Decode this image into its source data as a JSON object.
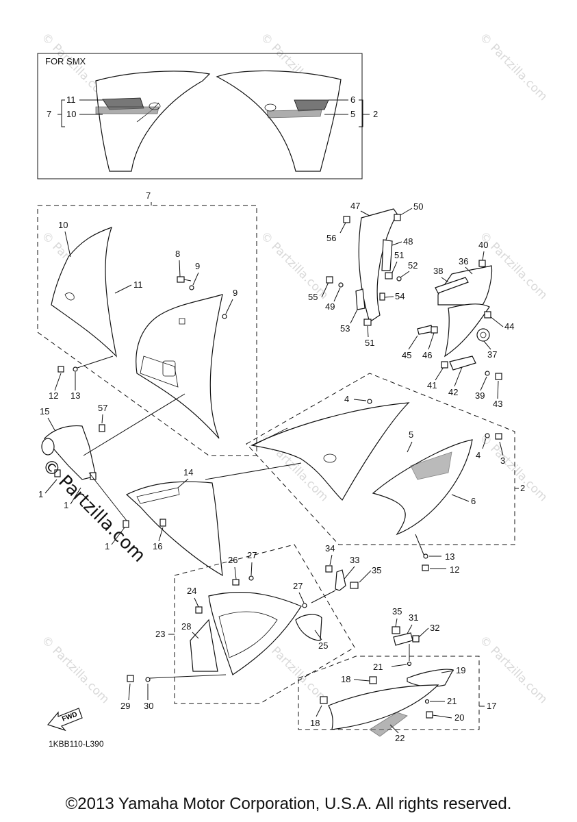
{
  "inset": {
    "title": "FOR SMX"
  },
  "callouts": {
    "p1": "1",
    "p2": "2",
    "p3": "3",
    "p4": "4",
    "p5": "5",
    "p6": "6",
    "p7": "7",
    "p8": "8",
    "p9": "9",
    "p10": "10",
    "p11": "11",
    "p12": "12",
    "p13": "13",
    "p14": "14",
    "p15": "15",
    "p16": "16",
    "p17": "17",
    "p18": "18",
    "p19": "19",
    "p20": "20",
    "p21": "21",
    "p22": "22",
    "p23": "23",
    "p24": "24",
    "p25": "25",
    "p26": "26",
    "p27": "27",
    "p28": "28",
    "p29": "29",
    "p30": "30",
    "p31": "31",
    "p32": "32",
    "p33": "33",
    "p34": "34",
    "p35": "35",
    "p36": "36",
    "p37": "37",
    "p38": "38",
    "p39": "39",
    "p40": "40",
    "p41": "41",
    "p42": "42",
    "p43": "43",
    "p44": "44",
    "p45": "45",
    "p46": "46",
    "p47": "47",
    "p48": "48",
    "p49": "49",
    "p50": "50",
    "p51": "51",
    "p52": "52",
    "p53": "53",
    "p54": "54",
    "p55": "55",
    "p56": "56",
    "p57": "57"
  },
  "fwd_label": "FWD",
  "diagram_code": "1KBB110-L390",
  "watermark": "© Partzilla.com",
  "watermark_main": "© Partzilla.com",
  "copyright": "©2013 Yamaha Motor Corporation, U.S.A. All rights reserved."
}
